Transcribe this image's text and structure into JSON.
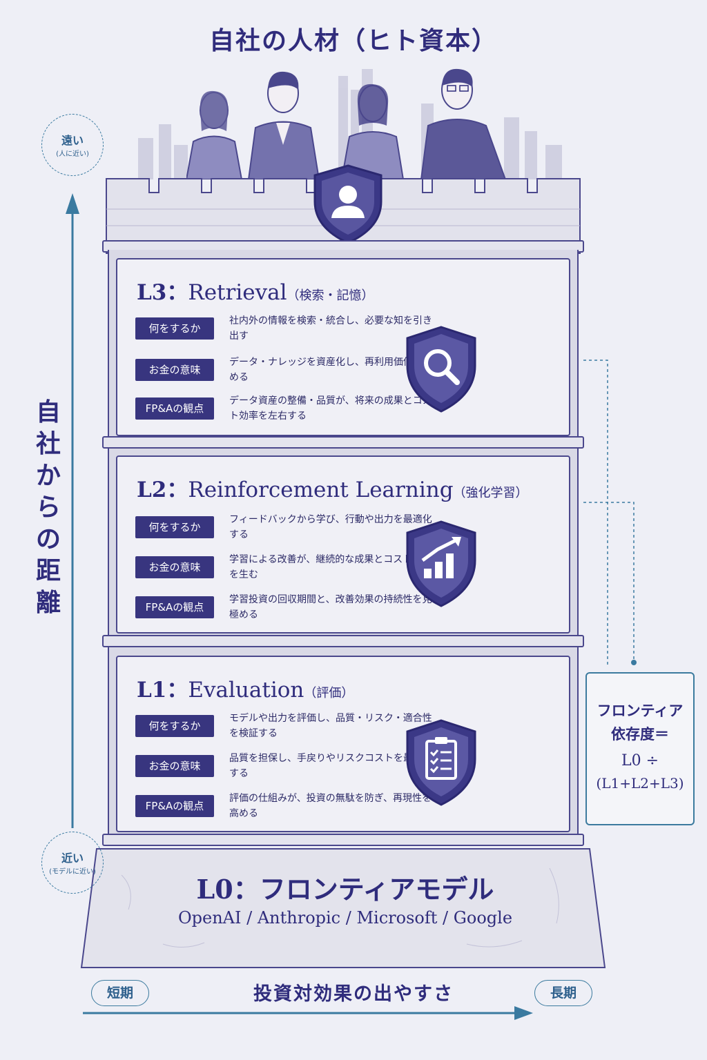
{
  "title": "自社の人材（ヒト資本）",
  "axis_vertical": {
    "top_circle": {
      "main": "遠い",
      "sub": "(人に近い)"
    },
    "bottom_circle": {
      "main": "近い",
      "sub": "(モデルに近い)"
    },
    "label": "自社からの距離"
  },
  "axis_horizontal": {
    "left": "短期",
    "right": "長期",
    "label": "投資対効果の出やすさ"
  },
  "layers": [
    {
      "level": "L3：",
      "name": "Retrieval",
      "sub": "（検索・記憶）",
      "icon": "search-icon",
      "rows": [
        {
          "tag": "何をするか",
          "text": "社内外の情報を検索・統合し、必要な知を引き出す"
        },
        {
          "tag": "お金の意味",
          "text": "データ・ナレッジを資産化し、再利用価値を高める"
        },
        {
          "tag": "FP&Aの観点",
          "text": "データ資産の整備・品質が、将来の成果とコスト効率を左右する"
        }
      ]
    },
    {
      "level": "L2：",
      "name": "Reinforcement Learning",
      "sub": "（強化学習）",
      "icon": "growth-chart-icon",
      "rows": [
        {
          "tag": "何をするか",
          "text": "フィードバックから学び、行動や出力を最適化する"
        },
        {
          "tag": "お金の意味",
          "text": "学習による改善が、継続的な成果とコスト削減を生む"
        },
        {
          "tag": "FP&Aの観点",
          "text": "学習投資の回収期間と、改善効果の持続性を見極める"
        }
      ]
    },
    {
      "level": "L1：",
      "name": "Evaluation",
      "sub": "（評価）",
      "icon": "clipboard-check-icon",
      "rows": [
        {
          "tag": "何をするか",
          "text": "モデルや出力を評価し、品質・リスク・適合性を検証する"
        },
        {
          "tag": "お金の意味",
          "text": "品質を担保し、手戻りやリスクコストを最小化する"
        },
        {
          "tag": "FP&Aの観点",
          "text": "評価の仕組みが、投資の無駄を防ぎ、再現性を高める"
        }
      ]
    }
  ],
  "base": {
    "title": "L0：フロンティアモデル",
    "providers": "OpenAI / Anthropic / Microsoft / Google"
  },
  "note": {
    "line1": "フロンティア",
    "line2": "依存度＝",
    "line3": "L0 ÷",
    "line4": "(L1+L2+L3)"
  },
  "colors": {
    "primary": "#2f2c7c",
    "accent": "#3b7a9e",
    "panel": "#f0f0f6",
    "tag": "#38357f"
  }
}
